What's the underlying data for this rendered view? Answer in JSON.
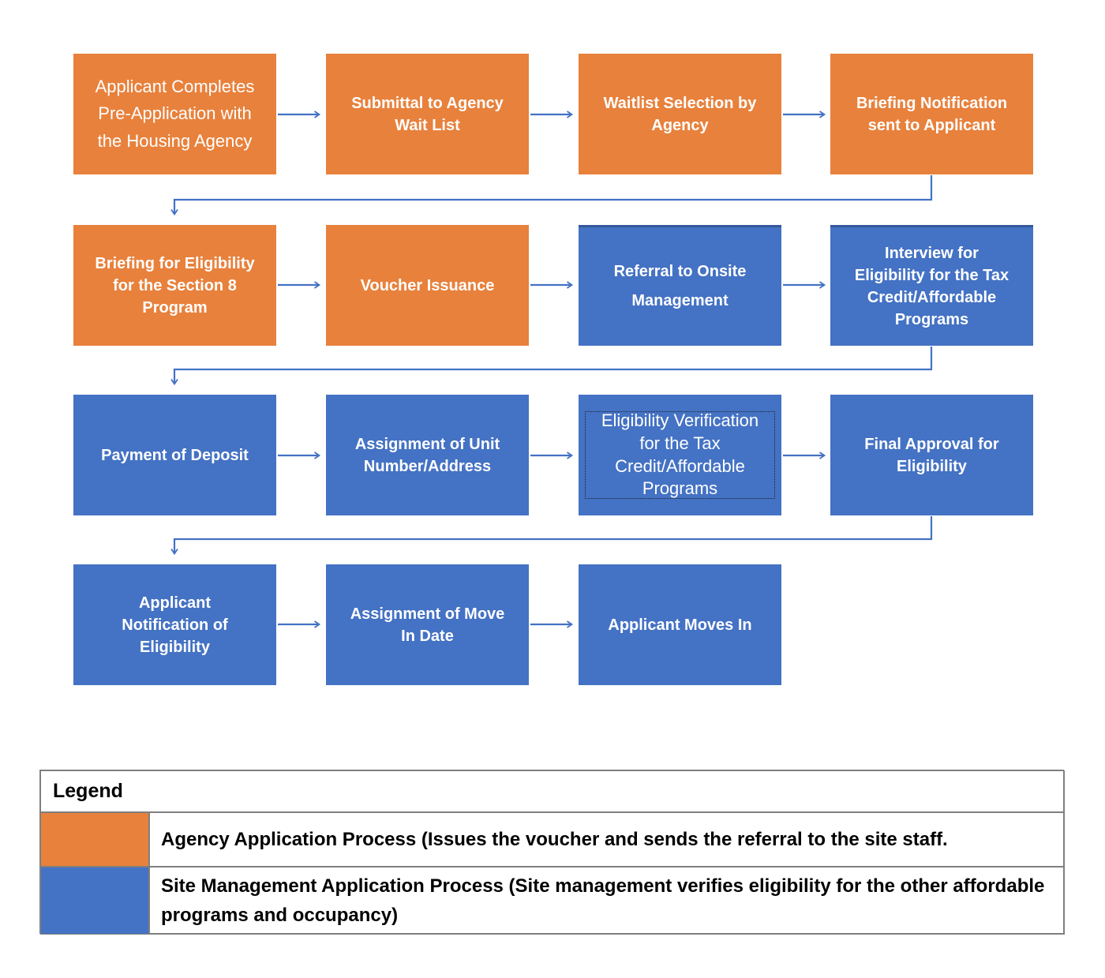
{
  "colors": {
    "agency_orange": "#E8813C",
    "site_blue": "#4472C4",
    "connector_blue": "#4472C4",
    "legend_border_gray": "#7F7F7F",
    "box_text_white": "#FFFFFF"
  },
  "flowchart": {
    "rows": [
      {
        "boxes": [
          {
            "label": "Applicant Completes\nPre-Application with\nthe Housing Agency",
            "type": "agency"
          },
          {
            "label": "Submittal to Agency\nWait List",
            "type": "agency"
          },
          {
            "label": "Waitlist Selection by\nAgency",
            "type": "agency"
          },
          {
            "label": "Briefing Notification\nsent to Applicant",
            "type": "agency"
          }
        ]
      },
      {
        "boxes": [
          {
            "label": "Briefing for Eligibility\nfor the Section 8\nProgram",
            "type": "agency"
          },
          {
            "label": "Voucher Issuance",
            "type": "agency"
          },
          {
            "label": "Referral to Onsite\nManagement",
            "type": "site"
          },
          {
            "label": "Interview for\nEligibility for the Tax\nCredit/Affordable\nPrograms",
            "type": "site"
          }
        ]
      },
      {
        "boxes": [
          {
            "label": "Payment of Deposit",
            "type": "site"
          },
          {
            "label": "Assignment of Unit\nNumber/Address",
            "type": "site"
          },
          {
            "label": "Eligibility Verification\nfor the Tax\nCredit/Affordable\nPrograms",
            "type": "site"
          },
          {
            "label": "Final Approval for\nEligibility",
            "type": "site"
          }
        ]
      },
      {
        "boxes": [
          {
            "label": "Applicant\nNotification of\nEligibility",
            "type": "site"
          },
          {
            "label": "Assignment of Move\nIn Date",
            "type": "site"
          },
          {
            "label": "Applicant Moves In",
            "type": "site"
          }
        ]
      }
    ]
  },
  "legend": {
    "title": "Legend",
    "entries": [
      {
        "swatch": "agency-orange",
        "color": "#E8813C",
        "label": "Agency Application Process (Issues the voucher and sends the referral to the site staff."
      },
      {
        "swatch": "site-blue",
        "color": "#4472C4",
        "label": "Site Management Application Process (Site management verifies eligibility for the other affordable programs and occupancy)"
      }
    ]
  }
}
